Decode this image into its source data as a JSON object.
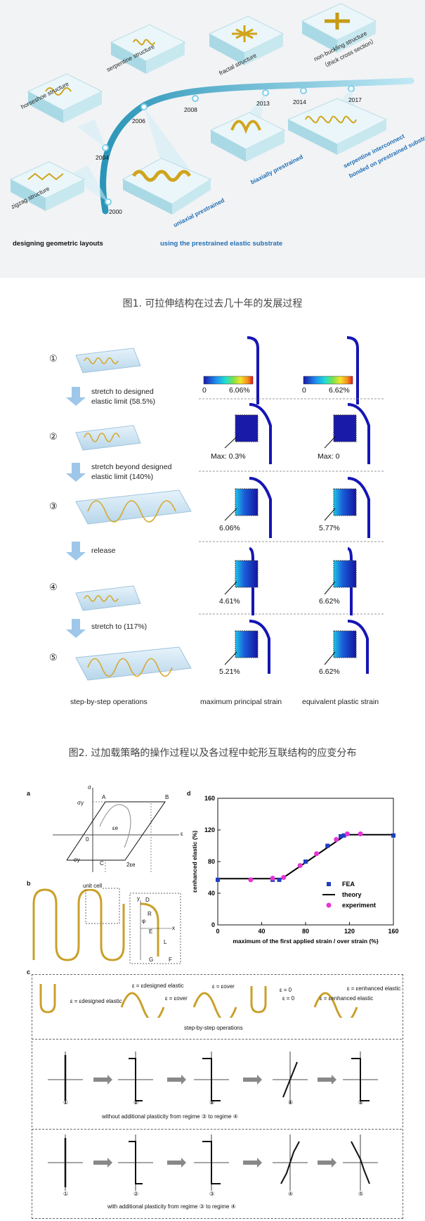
{
  "fig1": {
    "structures": [
      {
        "id": "zigzag",
        "label": "zigzag structure"
      },
      {
        "id": "horseshoe",
        "label": "horseshoe structure"
      },
      {
        "id": "serpentine",
        "label": "serpentine structure"
      },
      {
        "id": "fractal",
        "label": "fractal structure"
      },
      {
        "id": "nonbuckling",
        "label": "non-buckling structure",
        "label2": "（thick cross section）"
      }
    ],
    "prestrained": [
      {
        "id": "uniaxial",
        "label": "uniaxial prestrained"
      },
      {
        "id": "biaxial",
        "label": "biaxially prestrained"
      },
      {
        "id": "interconnect",
        "label": "serpentine interconnect",
        "label2": "bonded on prestrained substrate"
      }
    ],
    "years": [
      "2000",
      "2004",
      "2006",
      "2008",
      "2013",
      "2014",
      "2017"
    ],
    "bottom_left": "designing geometric layouts",
    "bottom_right": "using the prestrained elastic substrate"
  },
  "caption1": "图1. 可拉伸结构在过去几十年的发展过程",
  "fig2": {
    "steps": [
      "①",
      "②",
      "③",
      "④",
      "⑤"
    ],
    "ops": [
      {
        "l1": "stretch to designed",
        "l2": "elastic limit (58.5%)"
      },
      {
        "l1": "stretch beyond designed",
        "l2": "elastic limit (140%)"
      },
      {
        "l1": "release",
        "l2": ""
      },
      {
        "l1": "stretch to (117%)",
        "l2": ""
      }
    ],
    "scale_min": "0",
    "scale_left_max": "6.06%",
    "scale_right_max": "6.62%",
    "left_values": [
      "Max: 0.3%",
      "6.06%",
      "4.61%",
      "5.21%"
    ],
    "right_values": [
      "Max: 0",
      "5.77%",
      "6.62%",
      "6.62%"
    ],
    "footer_left": "step-by-step operations",
    "footer_mid": "maximum principal strain",
    "footer_right": "equivalent plastic strain"
  },
  "caption2": "图2. 过加载策略的操作过程以及各过程中蛇形互联结构的应变分布",
  "fig3": {
    "panel_a": "a",
    "panel_b": "b",
    "panel_c": "c",
    "panel_d": "d",
    "a_labels": {
      "sigma": "σ",
      "eps": "ε",
      "sy": "σy",
      "msy": "-σy",
      "A": "A",
      "B": "B",
      "C": "C",
      "zero": "0",
      "ee": "εe",
      "twoee": "2εe"
    },
    "b_labels": {
      "unit_cell": "unit cell",
      "y": "y",
      "x": "x",
      "D": "D",
      "R": "R",
      "phi": "φ",
      "E": "E",
      "L": "L",
      "G": "G",
      "F": "F"
    },
    "c_states": [
      {
        "eq": "ε = εdesigned elastic",
        "pos": "right"
      },
      {
        "eq": "ε = εdesigned elastic",
        "pos": "left"
      },
      {
        "eq": "ε = εover",
        "pos": "right"
      },
      {
        "eq": "ε = εover",
        "pos": "left"
      },
      {
        "eq": "ε = 0",
        "pos": "right"
      },
      {
        "eq": "ε = 0",
        "pos": "left"
      },
      {
        "eq": "ε = εenhanced elastic",
        "pos": "right"
      },
      {
        "eq": "ε = εenhanced elastic",
        "pos": "left"
      }
    ],
    "c_ops": "step-by-step operations",
    "row1_caption": "without  additional plasticity from regime ③ to regime ④",
    "row2_caption": "with  additional plasticity from regime ③ to regime ④",
    "nums": [
      "①",
      "②",
      "③",
      "④",
      "⑤"
    ]
  },
  "chart_data": {
    "type": "line",
    "title": "",
    "xlabel": "maximum of the first applied strain / over strain (%)",
    "ylabel": "εenhanced elastic (%)",
    "xlim": [
      0,
      160
    ],
    "ylim": [
      0,
      160
    ],
    "xticks": [
      0,
      40,
      80,
      120,
      160
    ],
    "yticks": [
      0,
      40,
      80,
      120,
      160
    ],
    "legend": "bottom-right",
    "series": [
      {
        "name": "FEA",
        "marker": "square",
        "color": "#1f3fbf",
        "x": [
          0,
          50,
          56,
          80,
          100,
          112,
          115,
          160
        ],
        "y": [
          57,
          57,
          57,
          80,
          100,
          112,
          113,
          113
        ]
      },
      {
        "name": "theory",
        "marker": "line",
        "color": "#000000",
        "x": [
          0,
          58.5,
          117,
          160
        ],
        "y": [
          58.5,
          58.5,
          114,
          114
        ]
      },
      {
        "name": "experiment",
        "marker": "circle",
        "color": "#e633d6",
        "x": [
          30,
          50,
          60,
          75,
          90,
          108,
          118,
          130
        ],
        "y": [
          57,
          59,
          60,
          75,
          90,
          108,
          115,
          115
        ]
      }
    ]
  }
}
